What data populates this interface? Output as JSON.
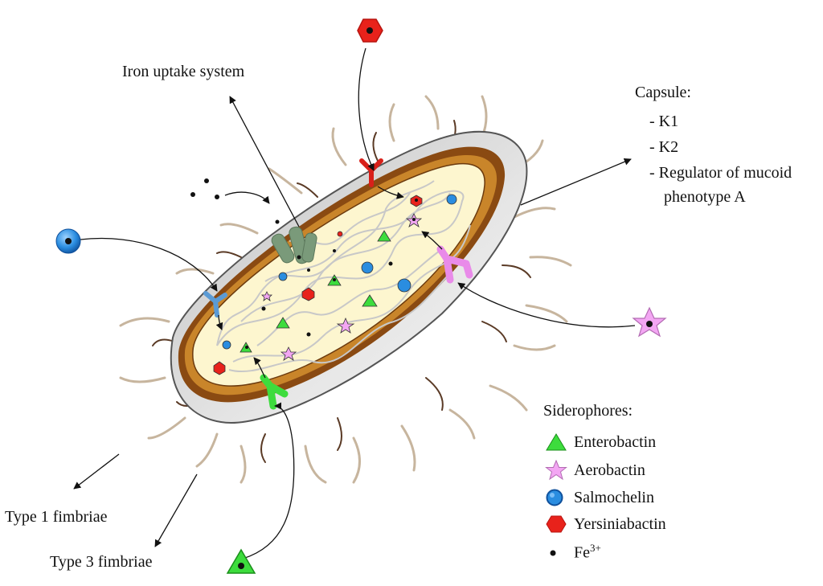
{
  "labels": {
    "iron_uptake": "Iron uptake system",
    "capsule_title": "Capsule:",
    "capsule_items": [
      "- K1",
      "- K2",
      "- Regulator of mucoid",
      "phenotype A"
    ],
    "type1": "Type 1 fimbriae",
    "type3": "Type 3 fimbriae"
  },
  "legend": {
    "title": "Siderophores:",
    "items": [
      {
        "label": "Enterobactin",
        "icon": "triangle-icon",
        "color": "#3ddc3d"
      },
      {
        "label": "Aerobactin",
        "icon": "star-icon",
        "color": "#f3a6f3"
      },
      {
        "label": "Salmochelin",
        "icon": "circle-icon",
        "color": "#2a8de0"
      },
      {
        "label": "Yersiniabactin",
        "icon": "hexagon-icon",
        "color": "#e8221b"
      }
    ],
    "iron": {
      "label": "Fe",
      "sup": "3+"
    }
  },
  "colors": {
    "capsule": "#d9d9d9",
    "wall": "#8a4a12",
    "periplasm": "#c9852a",
    "cytoplasm": "#fdf6cf",
    "dna": "#c8c8c8",
    "fimbriae": "#c7b59e",
    "porin": "#7a9a7a"
  }
}
